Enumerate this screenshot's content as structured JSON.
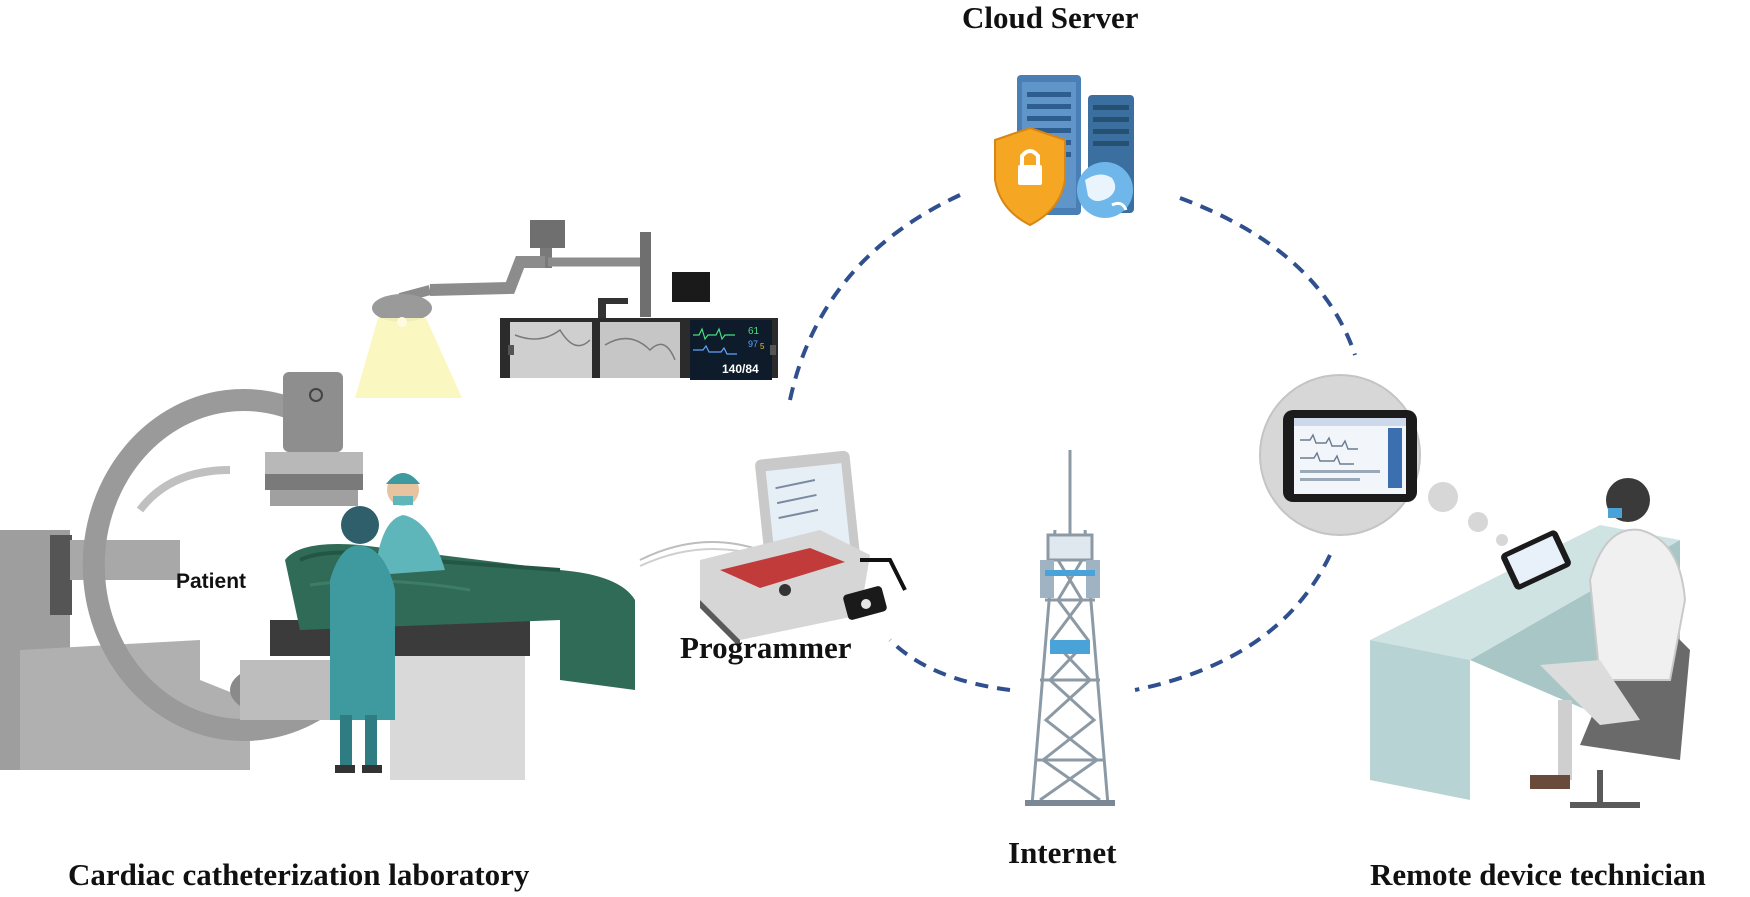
{
  "labels": {
    "cloud_server": "Cloud Server",
    "programmer": "Programmer",
    "internet": "Internet",
    "cath_lab": "Cardiac catheterization laboratory",
    "remote_technician": "Remote device technician",
    "patient": "Patient"
  },
  "monitor": {
    "hr": "61",
    "spo2": "97",
    "resp": "5",
    "bp": "140/84"
  },
  "colors": {
    "connection_dash": "#2f4f8f",
    "drape_green": "#2f6b57",
    "staff_teal": "#3f9aa0",
    "equipment_gray": "#9a9a9a",
    "server_blue": "#4a7fb5",
    "shield_orange": "#f5a623",
    "tower_blue": "#4aa3d8",
    "desk": "#cfe3e3"
  },
  "icons": [
    "server-icon",
    "shield-lock-icon",
    "globe-icon",
    "cell-tower-icon",
    "tablet-icon",
    "laptop-programmer-icon",
    "surgical-lamp-icon",
    "c-arm-icon"
  ]
}
